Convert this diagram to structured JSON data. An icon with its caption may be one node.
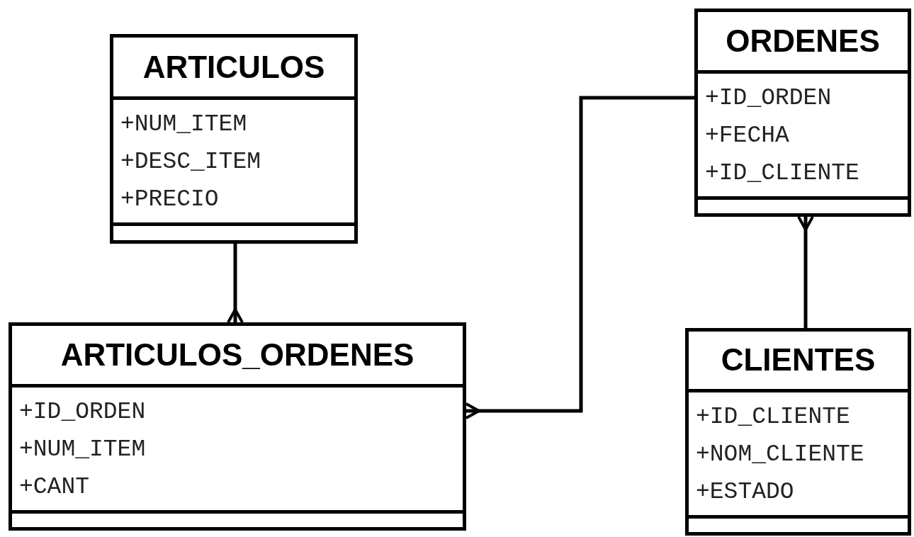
{
  "diagram": {
    "nodes": [
      {
        "text": [
          "ARTICULOS",
          "+NUM_ITEM",
          "+DESC_ITEM",
          "+PRECIO"
        ]
      },
      {
        "text": [
          "ARTICULOS_ORDENES",
          "+ID_ORDEN",
          "+NUM_ITEM",
          "+CANT"
        ]
      },
      {
        "text": [
          "ORDENES",
          "+ID_ORDEN",
          "+FECHA",
          "+ID_CLIENTE"
        ]
      },
      {
        "text": [
          "CLIENTES",
          "+ID_CLIENTE",
          "+NOM_CLIENTE",
          "+ESTADO"
        ]
      }
    ],
    "edges": [
      {
        "from": 0,
        "to": 1,
        "arrow": "other"
      },
      {
        "from": 2,
        "to": 1,
        "arrow": "other"
      },
      {
        "from": 3,
        "to": 2,
        "arrow": "other"
      }
    ]
  }
}
